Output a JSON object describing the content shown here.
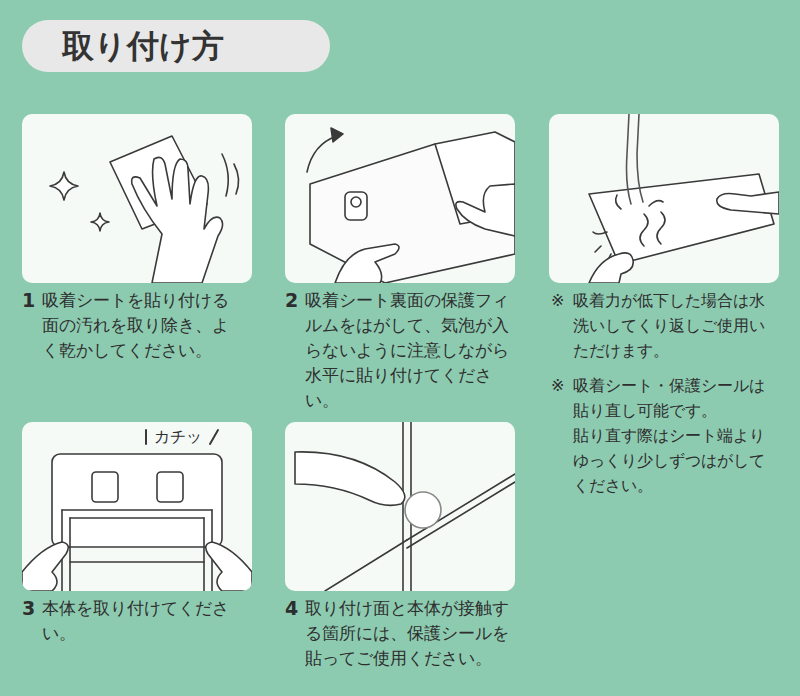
{
  "diagram": {
    "title": "取り付け方",
    "nodes": [
      {
        "text": [
          "1",
          "吸着シートを貼り付ける面の汚れを取り除き、よく乾かしてください。"
        ]
      },
      {
        "text": [
          "2",
          "吸着シート裏面の保護フィルムをはがして、気泡が入らないように注意しながら水平に貼り付けてください。"
        ]
      },
      {
        "text": [
          "※",
          "吸着力が低下した場合は水洗いしてくり返しご使用いただけます。",
          "※",
          "吸着シート・保護シールは貼り直し可能です。",
          "貼り直す際はシート端よりゆっくり少しずつはがしてください。"
        ]
      },
      {
        "text": [
          "カチッ",
          "3",
          "本体を取り付けてください。"
        ]
      },
      {
        "text": [
          "4",
          "取り付け面と本体が接触する箇所には、保護シールを貼ってご使用ください。"
        ]
      }
    ]
  }
}
